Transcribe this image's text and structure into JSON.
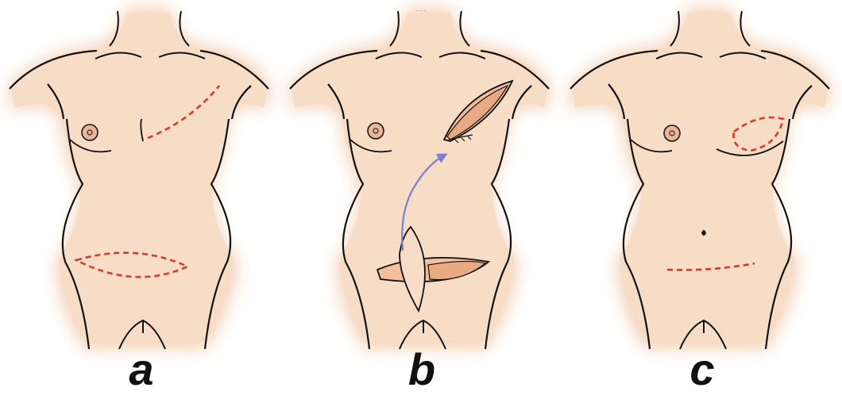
{
  "caption": "…",
  "panels": [
    {
      "label": "a"
    },
    {
      "label": "b"
    },
    {
      "label": "c"
    }
  ],
  "colors": {
    "background": "#ffffff",
    "skin": "#f7dcc6",
    "glow": "#f4d2b8",
    "outline": "#111111",
    "incision": "#d93a2b",
    "flap": "#f2c09f",
    "arrow": "#7a7fd0"
  }
}
